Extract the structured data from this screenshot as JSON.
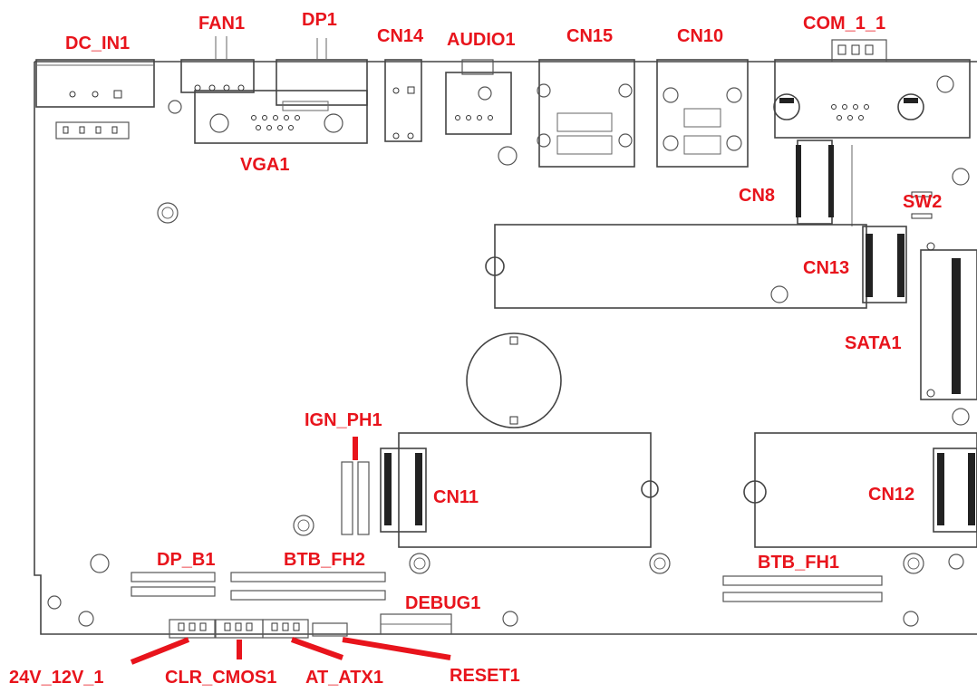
{
  "labels": {
    "dc_in1": "DC_IN1",
    "fan1": "FAN1",
    "dp1": "DP1",
    "cn14": "CN14",
    "audio1": "AUDIO1",
    "cn15": "CN15",
    "cn10": "CN10",
    "com_1_1": "COM_1_1",
    "vga1": "VGA1",
    "cn8": "CN8",
    "sw2": "SW2",
    "cn13": "CN13",
    "sata1": "SATA1",
    "ign_ph1": "IGN_PH1",
    "cn11": "CN11",
    "cn12": "CN12",
    "dp_b1": "DP_B1",
    "btb_fh2": "BTB_FH2",
    "btb_fh1": "BTB_FH1",
    "debug1": "DEBUG1",
    "v24_12_1": "24V_12V_1",
    "clr_cmos1": "CLR_CMOS1",
    "at_atx1": "AT_ATX1",
    "reset1": "RESET1"
  },
  "colors": {
    "label": "#e8141c",
    "pointer": "#e8141c",
    "outline": "#444444"
  }
}
